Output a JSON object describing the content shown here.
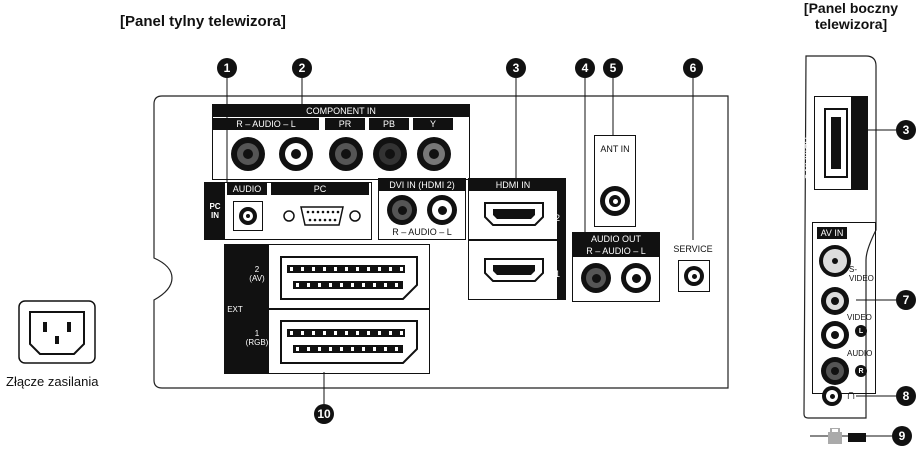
{
  "rear_panel_title": "[Panel tylny telewizora]",
  "side_panel_title": "[Panel boczny telewizora]",
  "side_panel_title_lines": [
    "[Panel boczny",
    "telewizora]"
  ],
  "callouts": [
    "1",
    "2",
    "3",
    "4",
    "5",
    "6",
    "7",
    "8",
    "9",
    "10"
  ],
  "rear": {
    "component_in": "COMPONENT IN",
    "audio_rl": "R – AUDIO – L",
    "pr": "PR",
    "pb": "PB",
    "y": "Y",
    "pc_in": "PC IN",
    "audio": "AUDIO",
    "pc": "PC",
    "dvi_in": "DVI IN (HDMI 2)",
    "dvi_audio": "R – AUDIO – L",
    "hdmi_in": "HDMI IN",
    "hdmi_2": "2",
    "hdmi_1": "1",
    "ant_in": "ANT IN",
    "audio_out": "AUDIO OUT",
    "audio_out_rl": "R – AUDIO – L",
    "service": "SERVICE",
    "ext": "EXT",
    "scart_2": "2\n(AV)",
    "scart_1": "1\n(RGB)"
  },
  "side": {
    "hdmi_in_3": "HDMI IN 3",
    "av_in": "AV IN",
    "s_video": "S-VIDEO",
    "video": "VIDEO",
    "audio": "AUDIO",
    "l": "L",
    "r": "R"
  },
  "power_caption": "Złącze zasilania"
}
